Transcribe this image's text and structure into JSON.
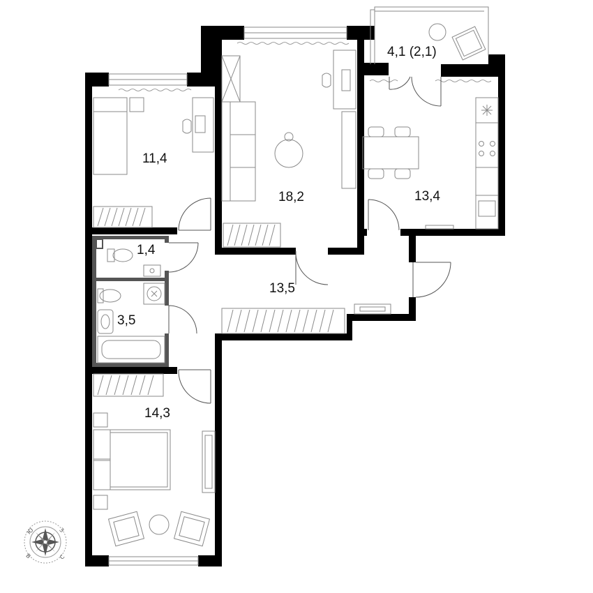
{
  "colors": {
    "wall": "#000000",
    "partition": "#555555",
    "furniture": "#8a8a8a",
    "text": "#111111",
    "background": "#ffffff"
  },
  "rooms": {
    "bedroom_small": {
      "area": "11,4"
    },
    "living": {
      "area": "18,2"
    },
    "kitchen": {
      "area": "13,4"
    },
    "balcony": {
      "area": "4,1 (2,1)"
    },
    "toilet": {
      "area": "1,4"
    },
    "bathroom": {
      "area": "3,5"
    },
    "hall": {
      "area": "13,5"
    },
    "bedroom_master": {
      "area": "14,3"
    }
  },
  "compass": {
    "icon": "compass-rose-icon",
    "letters": {
      "south": "Ю",
      "west": "З",
      "east": "В",
      "north": "С"
    }
  }
}
